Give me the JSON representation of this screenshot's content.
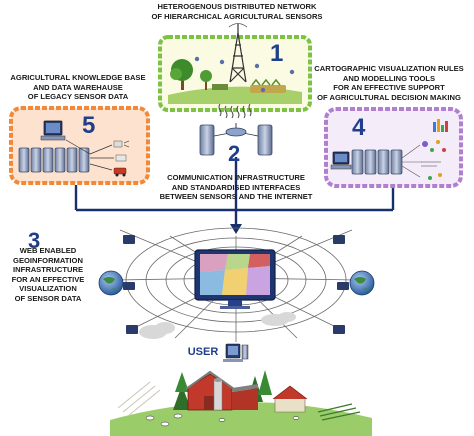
{
  "labels": {
    "network_1": "HETEROGENOUS DISTRIBUTED NETWORK",
    "network_2": "OF HIERARCHICAL AGRICULTURAL SENSORS",
    "knowledge_1": "AGRICULTURAL KNOWLEDGE BASE",
    "knowledge_2": "AND DATA WAREHAUSE",
    "knowledge_3": "OF LEGACY SENSOR DATA",
    "carto_1": "CARTOGRAPHIC VISUALIZATION RULES",
    "carto_2": "AND MODELLING TOOLS",
    "carto_3": "FOR AN EFFECTIVE SUPPORT",
    "carto_4": "OF AGRICULTURAL DECISION MAKING",
    "comm_1": "COMMUNICATION INFRASTRUCTURE",
    "comm_2": "AND STANDARDISED INTERFACES",
    "comm_3": "BETWEEN SENSORS AND THE INTERNET",
    "web_1": "WEB ENABLED",
    "web_2": "GEOINFORMATION",
    "web_3": "INFRASTRUCTURE",
    "web_4": "FOR AN EFFECTIVE",
    "web_5": "VISUALIZATION",
    "web_6": "OF SENSOR DATA",
    "user": "USER"
  },
  "numbers": {
    "n1": "1",
    "n2": "2",
    "n3": "3",
    "n4": "4",
    "n5": "5"
  },
  "colors": {
    "sensor_border": "#7cc243",
    "sensor_fill": "#fbfbe4",
    "knowledge_border": "#f08a3a",
    "knowledge_fill": "#fde3cf",
    "carto_border": "#b07fd0",
    "carto_fill": "#f5ecfa",
    "number_blue": "#1f3f8a",
    "line_blue": "#17306b"
  },
  "icons": [
    "antenna-tower-icon",
    "server-rack-icon",
    "computer-icon",
    "globe-icon",
    "web-icon",
    "farm-barn-icon",
    "map-screen-icon",
    "cloud-icon"
  ]
}
